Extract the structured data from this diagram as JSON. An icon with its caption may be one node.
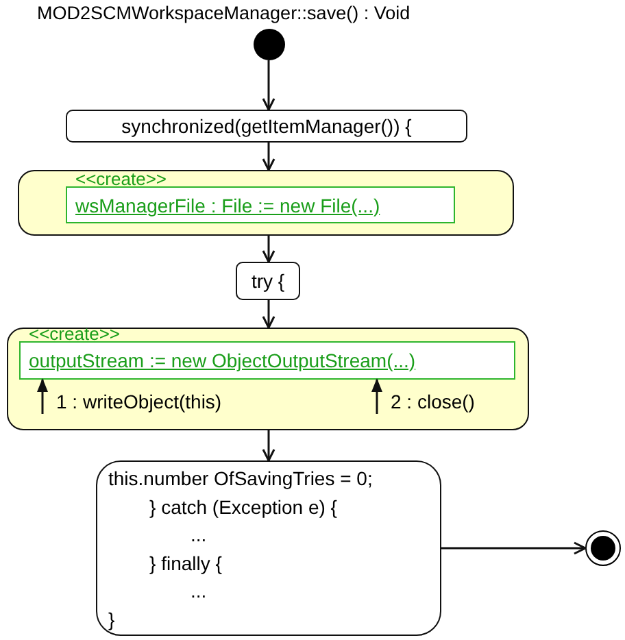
{
  "diagram": {
    "title": "MOD2SCMWorkspaceManager::save() : Void",
    "nodes": [
      {
        "text": [],
        "shape": "circle"
      },
      {
        "text": [
          "synchronized(getItemManager()) {"
        ]
      },
      {
        "text": [],
        "shape": "box"
      },
      {
        "text": [
          "<<create>>",
          "wsManagerFile : File := new File(...)"
        ],
        "in": 2
      },
      {
        "text": [
          "try {"
        ]
      },
      {
        "text": [],
        "shape": "box"
      },
      {
        "text": [
          "<<create>>",
          "outputStream := new ObjectOutputStream(...)"
        ],
        "in": 5
      },
      {
        "text": [
          "1 : writeObject(this)"
        ],
        "in": 5
      },
      {
        "text": [
          "2 : close()"
        ],
        "in": 5
      },
      {
        "text": [
          "this.number OfSavingTries = 0;",
          "} catch (Exception e) {",
          "...",
          "} finally {",
          "...",
          "}"
        ]
      },
      {
        "text": [],
        "shape": "circle"
      }
    ],
    "edges": [
      {
        "from": 0,
        "to": 1,
        "arrow": "to"
      },
      {
        "from": 1,
        "to": 2,
        "arrow": "to"
      },
      {
        "from": 2,
        "to": 4,
        "arrow": "to"
      },
      {
        "from": 4,
        "to": 5,
        "arrow": "to"
      },
      {
        "from": 5,
        "to": 9,
        "arrow": "to"
      },
      {
        "from": 9,
        "to": 10,
        "arrow": "to"
      },
      {
        "from": 7,
        "to": 6,
        "arrow": "to"
      },
      {
        "from": 8,
        "to": 6,
        "arrow": "to"
      }
    ]
  }
}
